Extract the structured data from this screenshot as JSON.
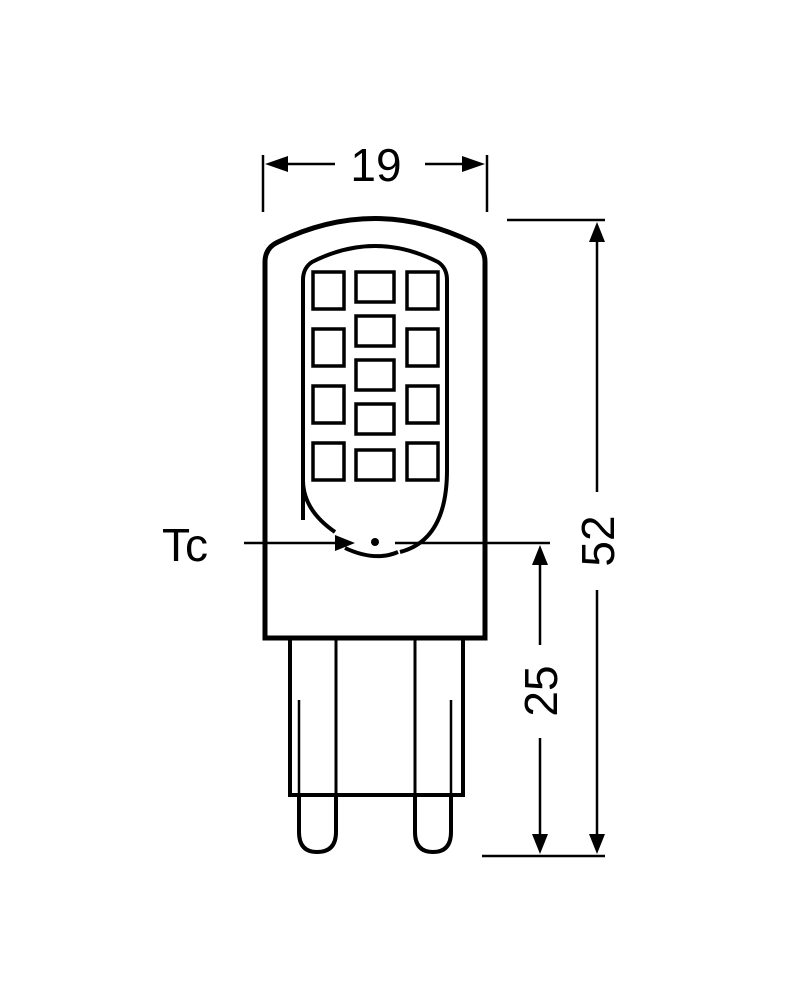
{
  "diagram": {
    "subject": "G9 LED capsule lamp dimensional drawing",
    "units": "mm",
    "stroke_color": "#000000",
    "background_color": "#ffffff",
    "dimensions": {
      "width": {
        "label": "19",
        "value": 19
      },
      "overall_length": {
        "label": "52",
        "value": 52
      },
      "tc_height": {
        "label": "25",
        "value": 25
      }
    },
    "annotations": {
      "tc_label": "Tc"
    },
    "led_grid": {
      "left_column_count": 4,
      "middle_column_count": 5,
      "right_column_count": 4
    },
    "base": {
      "type": "G9",
      "pin_count": 2
    }
  }
}
